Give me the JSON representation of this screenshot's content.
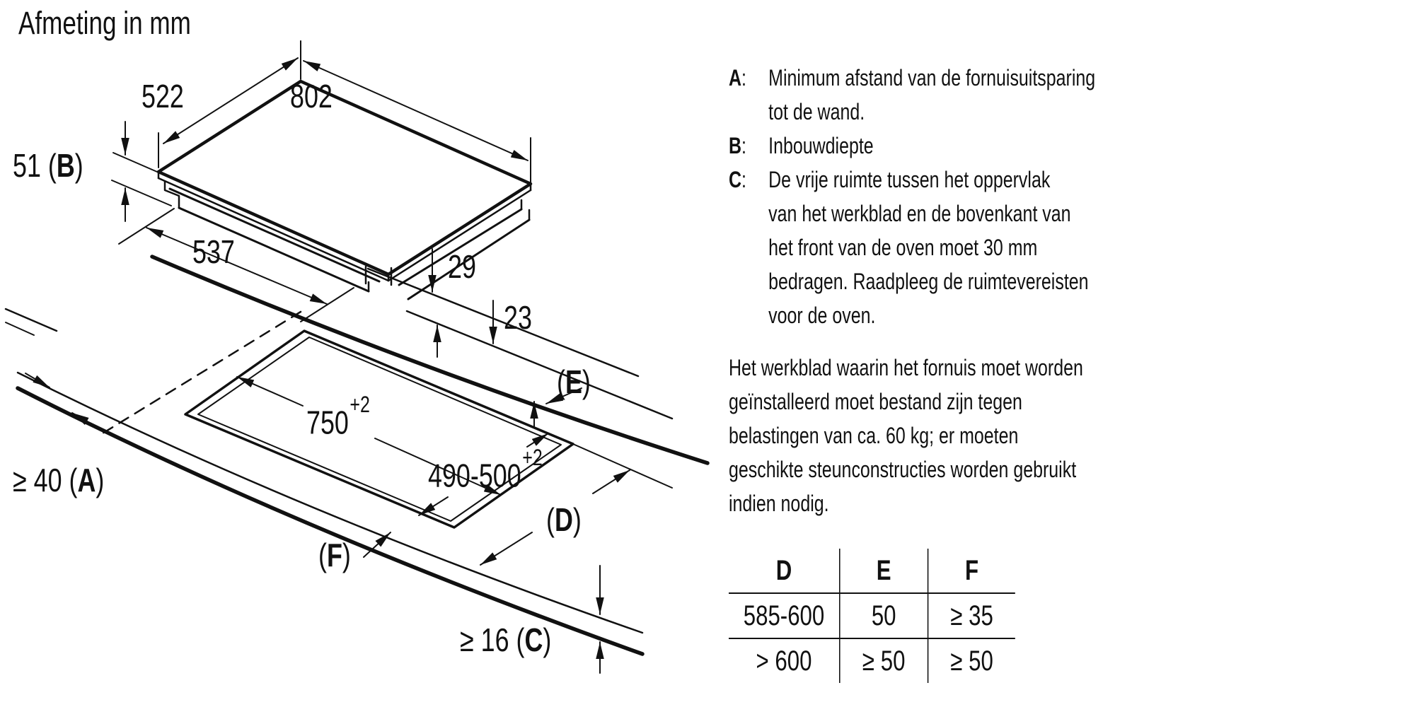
{
  "title": "Afmeting in mm",
  "diagram": {
    "dim_522": "522",
    "dim_802": "802",
    "dim_b": {
      "pre": "51 (",
      "letter": "B",
      "suf": ")"
    },
    "dim_537": "537",
    "dim_29": "29",
    "dim_23": "23",
    "dim_750": {
      "base": "750",
      "sup": "+2"
    },
    "dim_490": {
      "base": "490-500",
      "sup": "+2"
    },
    "dim_a": {
      "pre": "≥ 40 (",
      "letter": "A",
      "suf": ")"
    },
    "dim_c": {
      "pre": "≥ 16 (",
      "letter": "C",
      "suf": ")"
    },
    "label_d": {
      "pre": "(",
      "letter": "D",
      "suf": ")"
    },
    "label_e": {
      "pre": "(",
      "letter": "E",
      "suf": ")"
    },
    "label_f": {
      "pre": "(",
      "letter": "F",
      "suf": ")"
    }
  },
  "legend": {
    "sep": ":",
    "items": [
      {
        "letter": "A",
        "lines": [
          "Minimum afstand van de fornuisuitsparing",
          "tot de wand."
        ]
      },
      {
        "letter": "B",
        "lines": [
          "Inbouwdiepte"
        ]
      },
      {
        "letter": "C",
        "lines": [
          "De vrije ruimte tussen het oppervlak",
          "van het werkblad en de bovenkant van",
          "het front van de oven moet 30 mm",
          "bedragen. Raadpleeg de ruimtevereisten",
          "voor de oven."
        ]
      }
    ]
  },
  "paragraph": {
    "lines": [
      "Het werkblad waarin het fornuis moet worden",
      "geïnstalleerd moet bestand zijn tegen",
      "belastingen van ca. 60 kg; er moeten",
      "geschikte steunconstructies worden gebruikt",
      "indien nodig."
    ]
  },
  "table": {
    "headers": [
      "D",
      "E",
      "F"
    ],
    "rows": [
      [
        "585-600",
        "50",
        "≥ 35"
      ],
      [
        "> 600",
        "≥ 50",
        "≥ 50"
      ]
    ]
  }
}
